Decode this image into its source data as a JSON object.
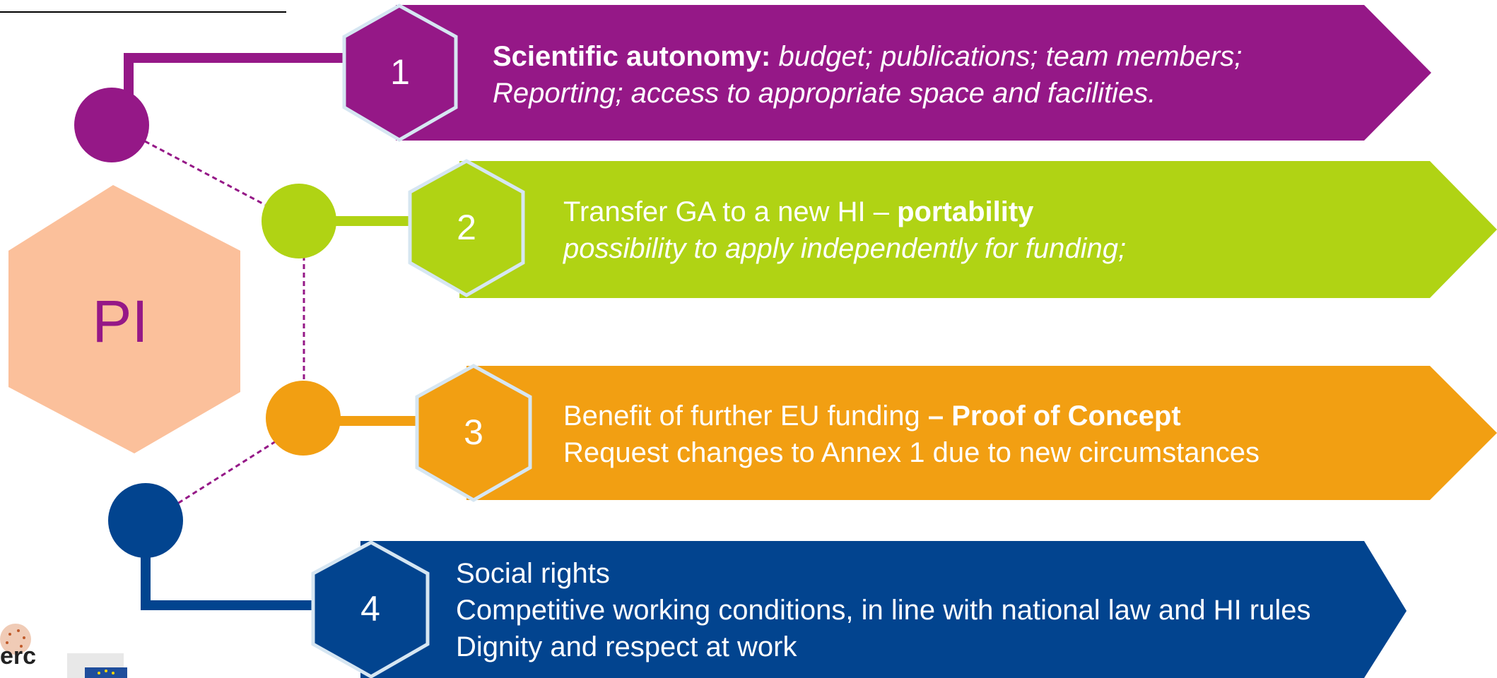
{
  "center": {
    "label": "PI"
  },
  "colors": {
    "purple": "#951887",
    "green": "#B0D314",
    "orange": "#F29F12",
    "blue": "#02448F",
    "peach": "#FBC09B",
    "hex_border": "#D6E6F2"
  },
  "items": [
    {
      "number": "1",
      "line1_bold": "Scientific autonomy:",
      "line1_italic": " budget; publications; team members;",
      "line2_italic": "Reporting; access to appropriate space and facilities."
    },
    {
      "number": "2",
      "line1_plain": "Transfer GA to a new HI – ",
      "line1_bold": "portability",
      "line2_italic": "possibility to apply independently for funding;"
    },
    {
      "number": "3",
      "line1_plain": "Benefit of further EU funding ",
      "line1_bold": "– Proof of Concept",
      "line2_plain": "Request changes to Annex 1 due to new circumstances"
    },
    {
      "number": "4",
      "line1_plain": "Social rights",
      "line2_plain": "Competitive working conditions, in line with national law and HI rules",
      "line3_plain": "Dignity and respect at work"
    }
  ],
  "logos": {
    "erc_text": "erc"
  }
}
